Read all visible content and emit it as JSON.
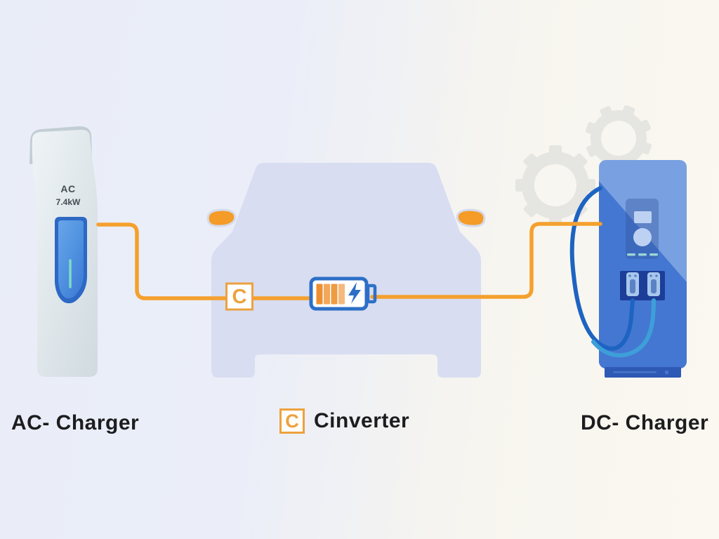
{
  "diagram": {
    "ac_station": {
      "unit_type": "AC",
      "unit_power": "7.4kW",
      "label": "AC- Charger"
    },
    "converter": {
      "symbol": "C",
      "label": "Cinverter"
    },
    "dc_station": {
      "label": "DC- Charger"
    }
  },
  "colors": {
    "accent_orange": "#F5A02E",
    "battery_blue": "#2D6FC7",
    "car_body": "#D8DDF1",
    "ac_pillar": "#DCE4E8",
    "dc_cabinet_light": "#79A0E0",
    "dc_cabinet_dark": "#4477D1",
    "gear_grey": "#E5E5E1",
    "background_left": "#E9EDF8",
    "background_right": "#FBF8F1"
  }
}
